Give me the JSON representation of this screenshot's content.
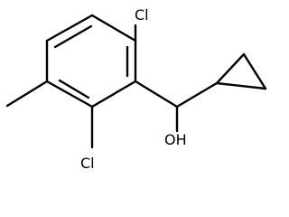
{
  "molecule": {
    "atom_labels": {
      "cl_top": "Cl",
      "cl_bottom": "Cl",
      "oh": "OH"
    },
    "colors": {
      "bond": "#000000",
      "label": "#000000",
      "background": "#ffffff"
    }
  }
}
